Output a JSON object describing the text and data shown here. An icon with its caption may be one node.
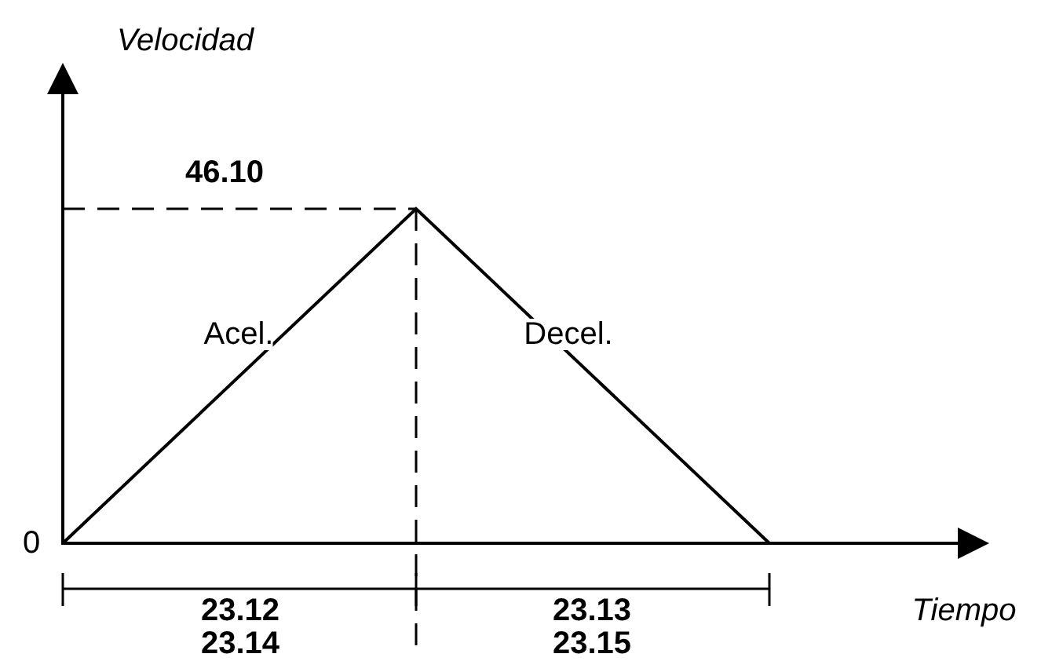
{
  "diagram": {
    "labels": [
      "Velocidad",
      "46.10",
      "Acel.",
      "Decel.",
      "0",
      "23.12",
      "23.13",
      "Tiempo",
      "23.14",
      "23.15"
    ]
  }
}
